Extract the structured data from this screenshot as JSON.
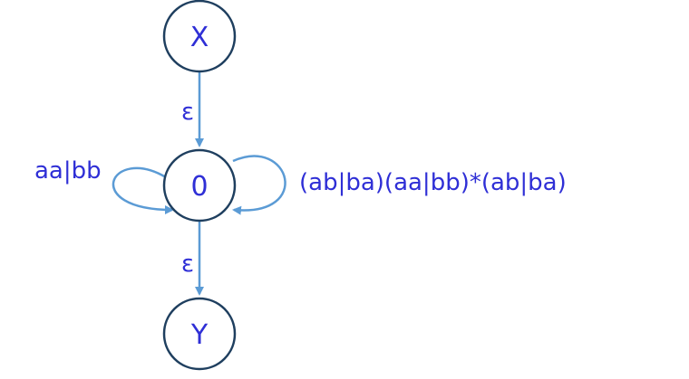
{
  "diagram": {
    "nodes": {
      "x": {
        "label": "X"
      },
      "zero": {
        "label": "0"
      },
      "y": {
        "label": "Y"
      }
    },
    "edges": {
      "x_to_zero": {
        "label": "ε"
      },
      "zero_to_y": {
        "label": "ε"
      },
      "loop_left": {
        "label": "aa|bb"
      },
      "loop_right": {
        "label": "(ab|ba)(aa|bb)*(ab|ba)"
      }
    },
    "colors": {
      "node_stroke": "#1f3f5f",
      "edge_stroke": "#5b9bd5",
      "text": "#2f2fd6"
    }
  }
}
